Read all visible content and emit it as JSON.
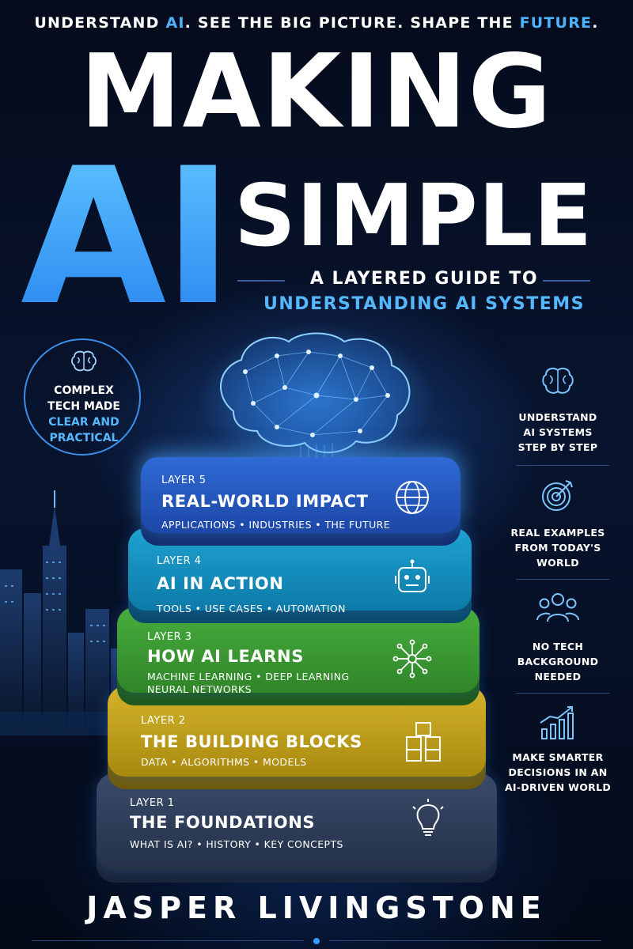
{
  "cover": {
    "tagline": {
      "part1": "UNDERSTAND ",
      "part2": "AI",
      "part3": ". SEE THE BIG PICTURE. SHAPE THE ",
      "part4": "FUTURE",
      "part5": "."
    },
    "title_making": "MAKING",
    "title_ai": "AI",
    "title_simple": "SIMPLE",
    "subtitle_line1": "A LAYERED GUIDE TO",
    "subtitle_line2": "UNDERSTANDING AI SYSTEMS",
    "badge": {
      "line1": "COMPLEX",
      "line2": "TECH MADE",
      "line3": "CLEAR AND",
      "line4": "PRACTICAL"
    },
    "layers": [
      {
        "label": "LAYER 5",
        "title": "REAL-WORLD IMPACT",
        "details": "APPLICATIONS • INDUSTRIES • THE FUTURE",
        "details2": "",
        "icon": "globe-icon",
        "color": "#1e4fb5"
      },
      {
        "label": "LAYER 4",
        "title": "AI IN ACTION",
        "details": "TOOLS • USE CASES • AUTOMATION",
        "details2": "",
        "icon": "robot-icon",
        "color": "#0f82b3"
      },
      {
        "label": "LAYER 3",
        "title": "HOW AI LEARNS",
        "details": "MACHINE LEARNING • DEEP LEARNING",
        "details2": "NEURAL NETWORKS",
        "icon": "network-icon",
        "color": "#3a9a34"
      },
      {
        "label": "LAYER 2",
        "title": "THE BUILDING BLOCKS",
        "details": "DATA • ALGORITHMS • MODELS",
        "details2": "",
        "icon": "cubes-icon",
        "color": "#b9991a"
      },
      {
        "label": "LAYER 1",
        "title": "THE FOUNDATIONS",
        "details": "WHAT IS AI? • HISTORY • KEY CONCEPTS",
        "details2": "",
        "icon": "lightbulb-icon",
        "color": "#2b3a55"
      }
    ],
    "features": [
      {
        "lines": [
          "UNDERSTAND",
          "AI SYSTEMS",
          "STEP BY STEP"
        ],
        "icon": "brain-icon"
      },
      {
        "lines": [
          "REAL EXAMPLES",
          "FROM TODAY'S",
          "WORLD"
        ],
        "icon": "target-icon"
      },
      {
        "lines": [
          "NO TECH",
          "BACKGROUND",
          "NEEDED"
        ],
        "icon": "people-icon"
      },
      {
        "lines": [
          "MAKE SMARTER",
          "DECISIONS IN AN",
          "AI-DRIVEN WORLD"
        ],
        "icon": "growth-chart-icon"
      }
    ],
    "author": "JASPER LIVINGSTONE",
    "colors": {
      "accent": "#4db3ff",
      "background": "#050b1c"
    }
  }
}
